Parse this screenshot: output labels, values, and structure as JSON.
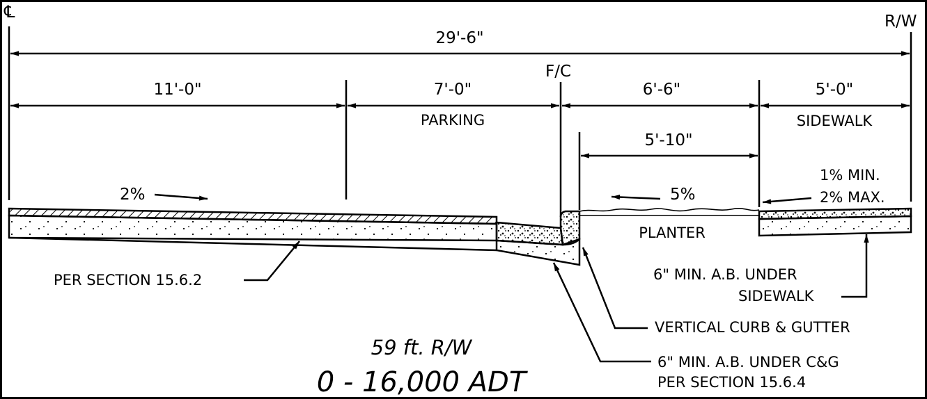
{
  "drawing": {
    "markers": {
      "centerline": "℄",
      "right_of_way": "R/W",
      "face_of_curb": "F/C"
    },
    "dimensions": {
      "total": "29'-6\"",
      "travel_lane": "11'-0\"",
      "parking": "7'-0\"",
      "planter_strip": "6'-6\"",
      "sidewalk": "5'-0\"",
      "planter": "5'-10\""
    },
    "zone_labels": {
      "parking": "PARKING",
      "sidewalk": "SIDEWALK",
      "planter": "PLANTER"
    },
    "slopes": {
      "roadway": "2%",
      "planter": "5%",
      "sidewalk_min": "1% MIN.",
      "sidewalk_max": "2% MAX."
    },
    "callouts": {
      "pavement": "PER SECTION 15.6.2",
      "sidewalk_base_1": "6\" MIN. A.B. UNDER",
      "sidewalk_base_2": "SIDEWALK",
      "curb": "VERTICAL CURB & GUTTER",
      "cg_base_1": "6\" MIN. A.B. UNDER C&G",
      "cg_base_2": "PER SECTION 15.6.4"
    },
    "title": {
      "row": "59 ft. R/W",
      "adt": "0 - 16,000 ADT"
    }
  }
}
